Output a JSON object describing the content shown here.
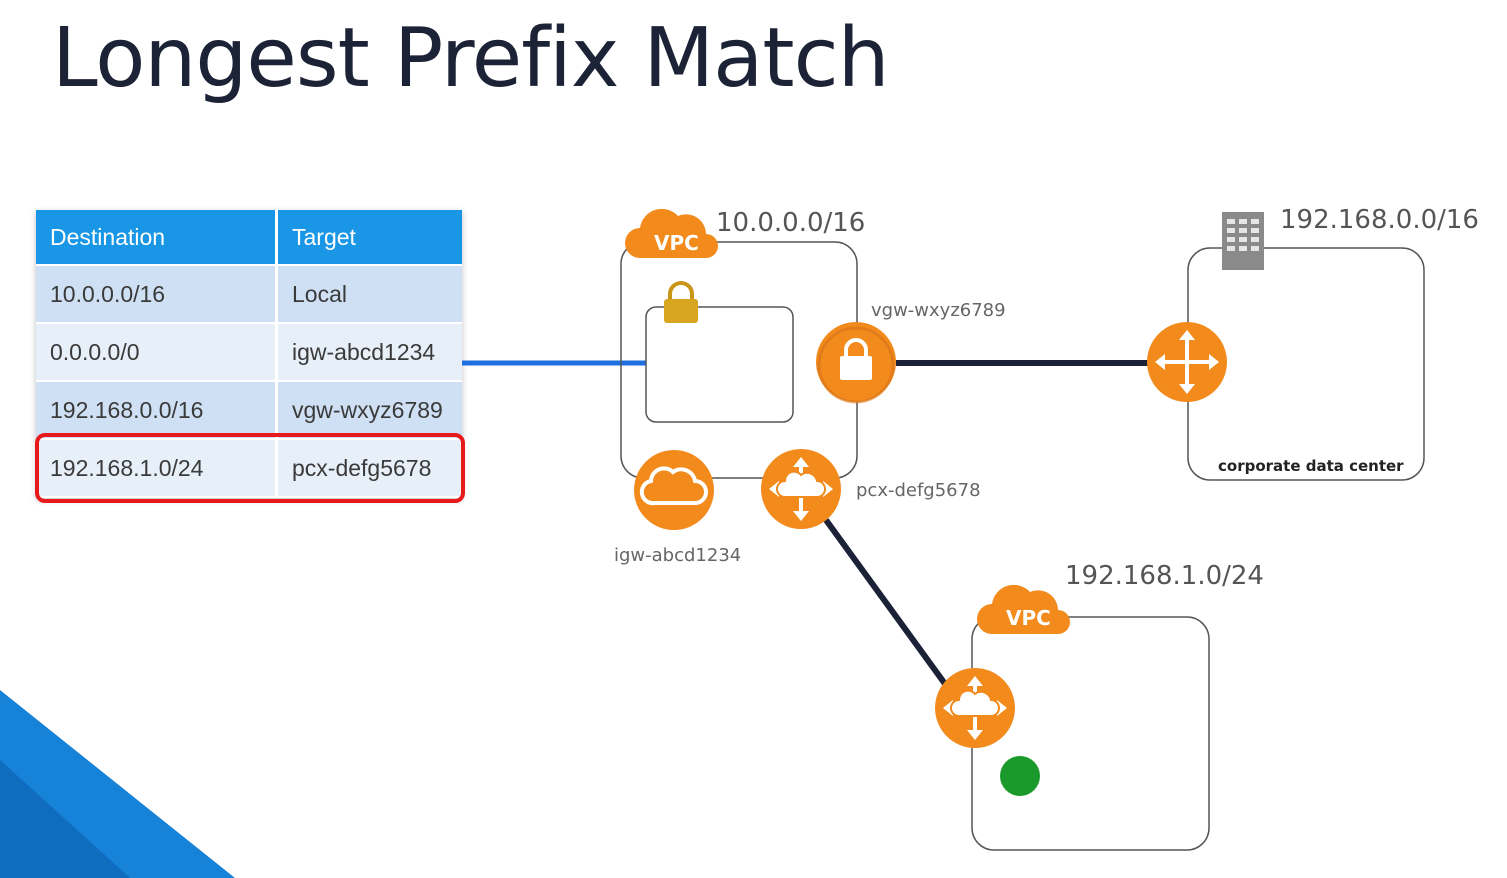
{
  "slide": {
    "title": "Longest Prefix Match"
  },
  "route_table": {
    "headers": [
      "Destination",
      "Target"
    ],
    "rows": [
      {
        "destination": "10.0.0.0/16",
        "target": "Local"
      },
      {
        "destination": "0.0.0.0/0",
        "target": "igw-abcd1234"
      },
      {
        "destination": "192.168.0.0/16",
        "target": "vgw-wxyz6789"
      },
      {
        "destination": "192.168.1.0/24",
        "target": "pcx-defg5678"
      }
    ],
    "highlighted_row": 3,
    "highlight_color": "#e8191b",
    "header_color": "#1a96e6"
  },
  "diagram": {
    "vpc_main": {
      "badge": "VPC",
      "cidr": "10.0.0.0/16"
    },
    "vgw_label": "vgw-wxyz6789",
    "pcx_label": "pcx-defg5678",
    "igw_label": "igw-abcd1234",
    "corporate": {
      "cidr": "192.168.0.0/16",
      "label": "corporate data center"
    },
    "vpc_peer": {
      "badge": "VPC",
      "cidr": "192.168.1.0/24"
    },
    "colors": {
      "accent_orange": "#f28a1c",
      "line_blue": "#1e6fe0",
      "line_dark": "#1b2238",
      "instance_green": "#1a9a2a"
    },
    "icons": [
      "vpc-cloud-icon",
      "padlock-icon",
      "vpn-gateway-icon",
      "router-icon",
      "internet-gateway-icon",
      "peering-connection-icon",
      "building-icon",
      "instance-icon"
    ]
  }
}
